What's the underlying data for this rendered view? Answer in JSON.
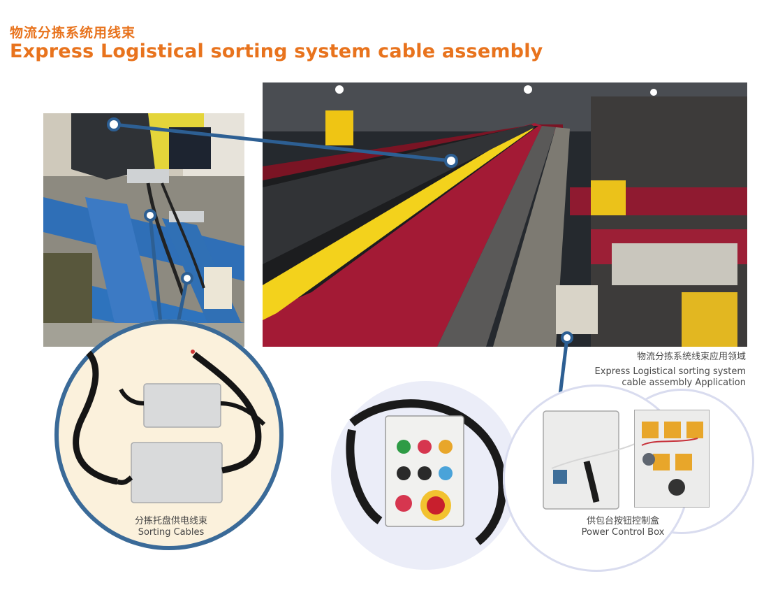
{
  "title": {
    "cn": "物流分拣系统用线束",
    "en": "Express Logistical sorting system cable assembly"
  },
  "application_caption": {
    "cn": "物流分拣系统线束应用领域",
    "en_line1": "Express Logistical sorting system",
    "en_line2": "cable assembly Application"
  },
  "sorting_caption": {
    "cn": "分拣托盘供电线束",
    "en": "Sorting Cables"
  },
  "box_caption": {
    "cn": "供包台按钮控制盒",
    "en": "Power Control Box"
  },
  "colors": {
    "accent_orange": "#e8731d",
    "connector_blue": "#2d5f93",
    "conveyor_red": "#9b1b33",
    "tray_yellow": "#f2d22a"
  }
}
